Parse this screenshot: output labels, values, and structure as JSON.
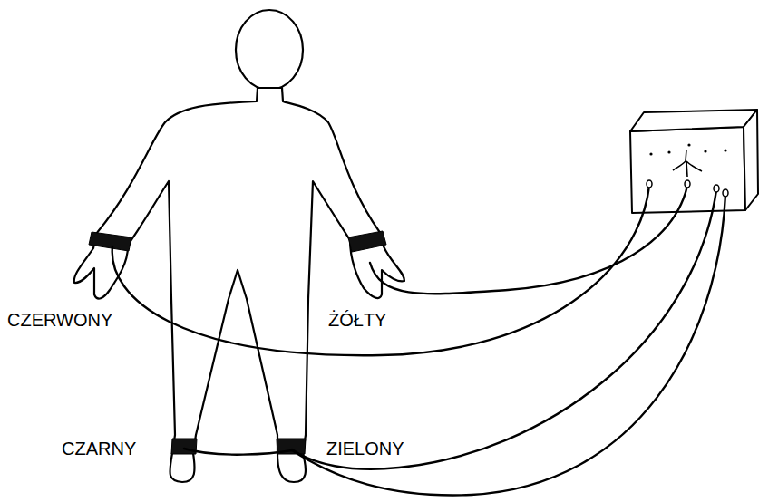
{
  "diagram": {
    "labels": [
      "CZERWONY",
      "ŻÓŁTY",
      "CZARNY",
      "ZIELONY"
    ]
  }
}
